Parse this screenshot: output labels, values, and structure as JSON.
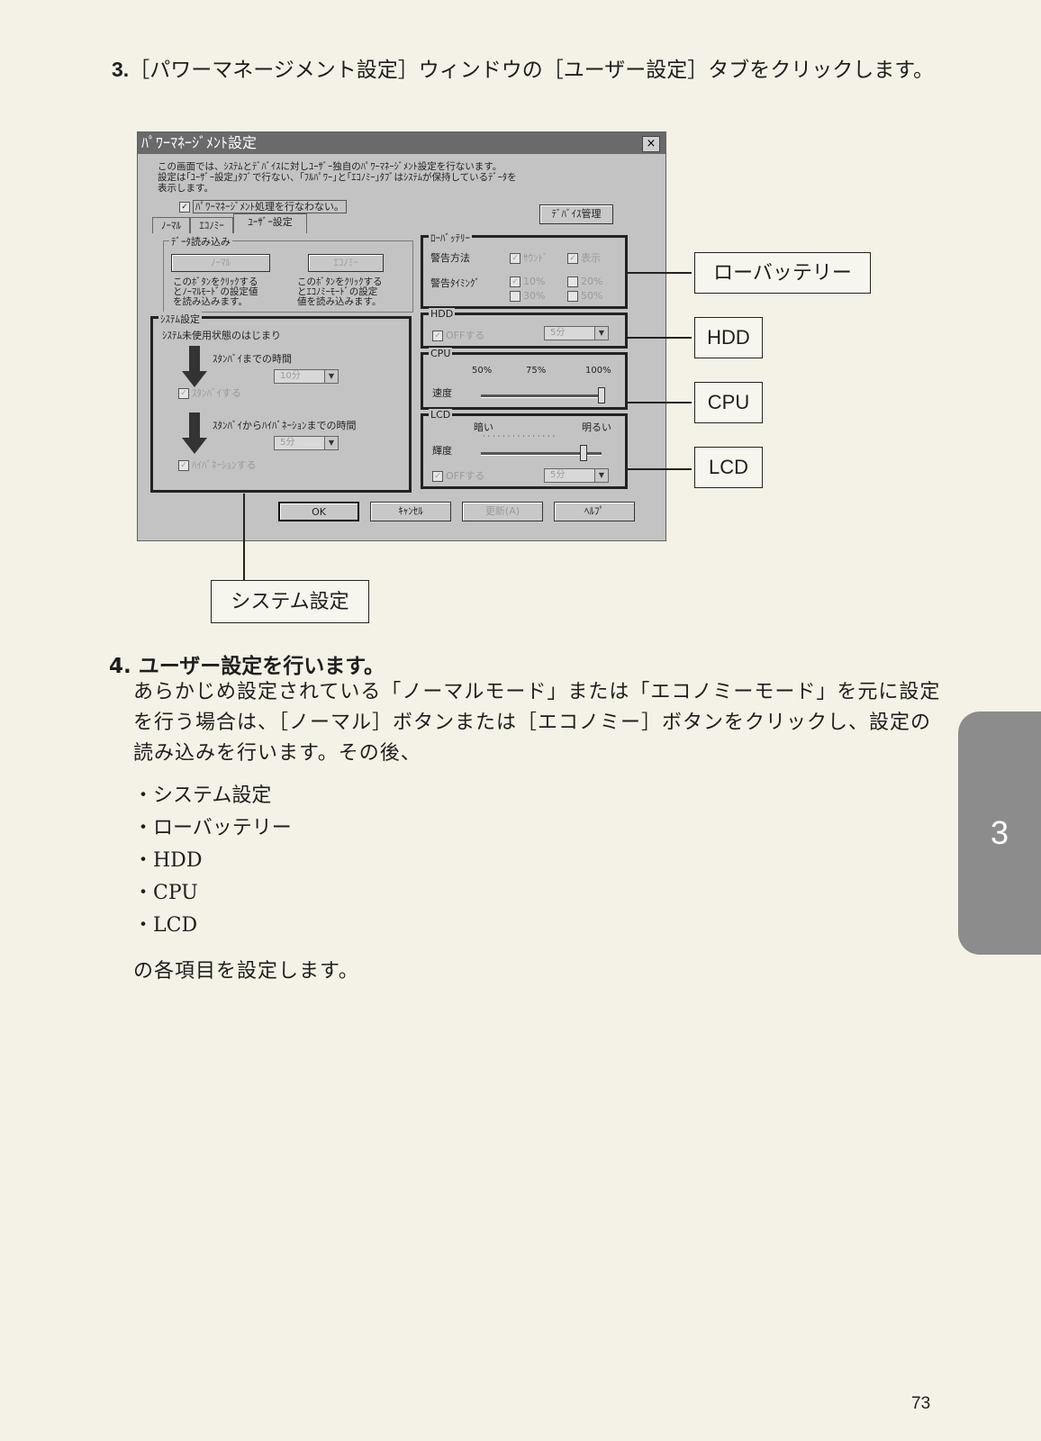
{
  "step3": {
    "number": "3.",
    "text": "［パワーマネージメント設定］ウィンドウの［ユーザー設定］タブをクリックします。"
  },
  "dialog": {
    "title": "ﾊﾟﾜｰﾏﾈｰｼﾞﾒﾝﾄ設定",
    "close": "×",
    "description_line1": "この画面では、ｼｽﾃﾑとﾃﾞﾊﾞｲｽに対しﾕｰｻﾞｰ独自のﾊﾟﾜｰﾏﾈｰｼﾞﾒﾝﾄ設定を行ないます。",
    "description_line2": "設定は｢ﾕｰｻﾞｰ設定｣ﾀﾌﾞで行ない、｢ﾌﾙﾊﾟﾜｰ｣と｢ｴｺﾉﾐｰ｣ﾀﾌﾞはｼｽﾃﾑが保持しているﾃﾞｰﾀを",
    "description_line3": "表示します。",
    "disable_pm_checkbox": "ﾊﾟﾜｰﾏﾈｰｼﾞﾒﾝﾄ処理を行なわない。",
    "device_button": "ﾃﾞﾊﾞｲｽ管理",
    "tabs": [
      "ﾉｰﾏﾙ",
      "ｴｺﾉﾐｰ",
      "ﾕｰｻﾞｰ設定"
    ],
    "data_load": {
      "label": "ﾃﾞｰﾀ読み込み",
      "normal_button": "ﾉｰﾏﾙ",
      "economy_button": "ｴｺﾉﾐｰ",
      "normal_desc": [
        "このﾎﾞﾀﾝをｸﾘｯｸする",
        "とﾉｰﾏﾙﾓｰﾄﾞの設定値",
        "を読み込みます。"
      ],
      "economy_desc": [
        "このﾎﾞﾀﾝをｸﾘｯｸする",
        "とｴｺﾉﾐｰﾓｰﾄﾞの設定",
        "値を読み込みます。"
      ]
    },
    "system": {
      "label": "ｼｽﾃﾑ設定",
      "start_text": "ｼｽﾃﾑ未使用状態のはじまり",
      "standby_time_label": "ｽﾀﾝﾊﾞｲまでの時間",
      "standby_value": "10分",
      "standby_checkbox": "ｽﾀﾝﾊﾞｲする",
      "hibernate_time_label": "ｽﾀﾝﾊﾞｲからﾊｲﾊﾞﾈｰｼｮﾝまでの時間",
      "hibernate_value": "5分",
      "hibernate_checkbox": "ﾊｲﾊﾞﾈｰｼｮﾝする"
    },
    "low_battery": {
      "label": "ﾛｰﾊﾞｯﾃﾘｰ",
      "warning_method_label": "警告方法",
      "sound": "ｻｳﾝﾄﾞ",
      "display": "表示",
      "warning_timing_label": "警告ﾀｲﾐﾝｸﾞ",
      "p10": "10%",
      "p20": "20%",
      "p30": "30%",
      "p50": "50%"
    },
    "hdd": {
      "label": "HDD",
      "off_checkbox": "OFFする",
      "value": "5分"
    },
    "cpu": {
      "label": "CPU",
      "speed_label": "速度",
      "tick50": "50%",
      "tick75": "75%",
      "tick100": "100%",
      "speed_percent": 100
    },
    "lcd": {
      "label": "LCD",
      "dark": "暗い",
      "bright": "明るい",
      "brightness_label": "輝度",
      "off_checkbox": "OFFする",
      "value": "5分",
      "brightness_fraction": 0.85
    },
    "buttons": {
      "ok": "OK",
      "cancel": "ｷｬﾝｾﾙ",
      "apply": "更新(A)",
      "help": "ﾍﾙﾌﾟ"
    }
  },
  "callouts": {
    "low_battery": "ローバッテリー",
    "hdd": "HDD",
    "cpu": "CPU",
    "lcd": "LCD",
    "system": "システム設定"
  },
  "step4": {
    "heading": "4. ユーザー設定を行います。",
    "intro": "あらかじめ設定されている「ノーマルモード」または「エコノミーモード」を元に設定を行う場合は、［ノーマル］ボタンまたは［エコノミー］ボタンをクリックし、設定の読み込みを行います。その後、",
    "items": [
      "・システム設定",
      "・ローバッテリー",
      "・HDD",
      "・CPU",
      "・LCD"
    ],
    "outro": "の各項目を設定します。"
  },
  "chapter_tab": "3",
  "page_number": "73"
}
